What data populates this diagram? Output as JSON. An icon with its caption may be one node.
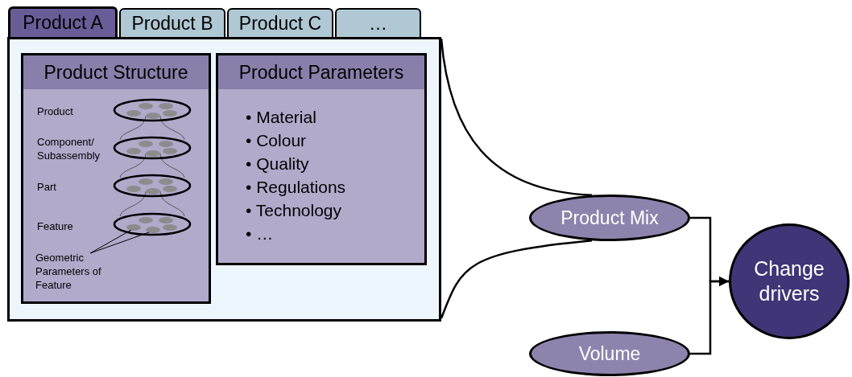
{
  "diagram": {
    "nodes": [
      {
        "text": [
          "Product A"
        ]
      },
      {
        "text": [
          "Product B"
        ]
      },
      {
        "text": [
          "Product C"
        ]
      },
      {
        "text": [
          "…"
        ]
      },
      {
        "text": [],
        "shape": "box"
      },
      {
        "text": [
          "Product Structure"
        ],
        "in": 4
      },
      {
        "text": [
          "Geometric Parameters of Feature"
        ],
        "in": 5
      },
      {
        "text": [],
        "shape": "circle",
        "in": 5
      },
      {
        "text": [],
        "shape": "circle",
        "in": 5
      },
      {
        "text": [
          "Product Parameters",
          "• Material",
          "• Colour",
          "• Quality",
          "• Regulations",
          "• Technology",
          "• …"
        ],
        "in": 4
      },
      {
        "text": [
          "Product Mix"
        ]
      },
      {
        "text": [
          "Volume"
        ]
      },
      {
        "text": [
          "Change drivers"
        ]
      }
    ],
    "edges": [
      {
        "from": 4,
        "to": 10,
        "arrow": "none"
      },
      {
        "from": 4,
        "to": 10,
        "arrow": "none"
      },
      {
        "from": 6,
        "to": 7,
        "arrow": "none"
      },
      {
        "from": 6,
        "to": 8,
        "arrow": "none"
      },
      {
        "from": 10,
        "to": 12,
        "arrow": "to"
      },
      {
        "from": 11,
        "to": 12,
        "arrow": "to"
      }
    ],
    "labels": [
      "Product",
      "Component/ Subassembly",
      "Part",
      "Feature"
    ]
  }
}
